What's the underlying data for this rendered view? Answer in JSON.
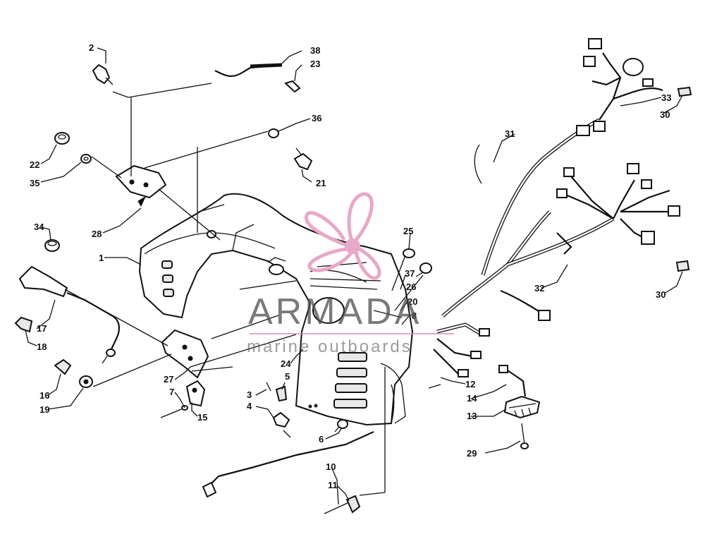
{
  "callouts": {
    "c1": "1",
    "c2": "2",
    "c3": "3",
    "c4": "4",
    "c5": "5",
    "c6": "6",
    "c7": "7",
    "c8": "8",
    "c10": "10",
    "c11": "11",
    "c12": "12",
    "c13": "13",
    "c14": "14",
    "c15": "15",
    "c16": "16",
    "c17": "17",
    "c18": "18",
    "c19": "19",
    "c20": "20",
    "c21": "21",
    "c22": "22",
    "c23": "23",
    "c24": "24",
    "c25": "25",
    "c26": "26",
    "c27": "27",
    "c28": "28",
    "c29": "29",
    "c30a": "30",
    "c30b": "30",
    "c31": "31",
    "c32": "32",
    "c33": "33",
    "c34": "34",
    "c35": "35",
    "c36": "36",
    "c37": "37",
    "c38": "38"
  },
  "watermark": {
    "brand": "ARMADA",
    "tagline": "marine outboards",
    "logo_color": "#e8a8c8",
    "logo_icon": "propeller-logo-icon"
  }
}
